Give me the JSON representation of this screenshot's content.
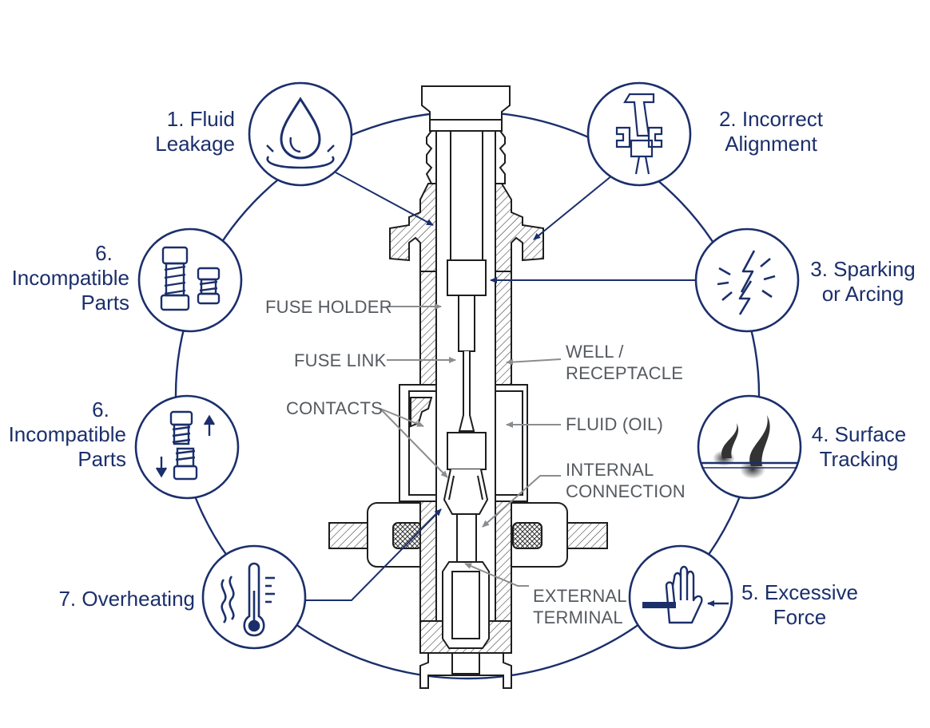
{
  "failure_modes": [
    {
      "id": "fluid-leakage",
      "line1": "1. Fluid",
      "line2": "Leakage",
      "icon": "droplet-icon"
    },
    {
      "id": "incorrect-alignment",
      "line1": "2. Incorrect",
      "line2": "Alignment",
      "icon": "misaligned-connector-icon"
    },
    {
      "id": "sparking-arcing",
      "line1": "3. Sparking",
      "line2": "or Arcing",
      "icon": "lightning-spark-icon"
    },
    {
      "id": "surface-tracking",
      "line1": "4. Surface",
      "line2": "Tracking",
      "icon": "carbon-track-icon"
    },
    {
      "id": "excessive-force",
      "line1": "5. Excessive",
      "line2": "Force",
      "icon": "hand-force-icon"
    },
    {
      "id": "incompatible-parts-a",
      "line1": "6.",
      "line2": "Incompatible",
      "line3": "Parts",
      "icon": "mismatched-bolts-icon"
    },
    {
      "id": "incompatible-parts-b",
      "line1": "6.",
      "line2": "Incompatible",
      "line3": "Parts",
      "icon": "bolt-arrows-icon"
    },
    {
      "id": "overheating",
      "line1": "7. Overheating",
      "icon": "thermometer-heat-icon"
    }
  ],
  "parts": {
    "fuse_holder": "FUSE HOLDER",
    "fuse_link": "FUSE LINK",
    "contacts": "CONTACTS",
    "well_line1": "WELL /",
    "well_line2": "RECEPTACLE",
    "fluid": "FLUID (OIL)",
    "internal_line1": "INTERNAL",
    "internal_line2": "CONNECTION",
    "external_line1": "EXTERNAL",
    "external_line2": "TERMINAL"
  },
  "colors": {
    "navy": "#1b2f6b",
    "line": "#1e1e1e",
    "leader": "#8a8d90",
    "label": "#555a60"
  }
}
